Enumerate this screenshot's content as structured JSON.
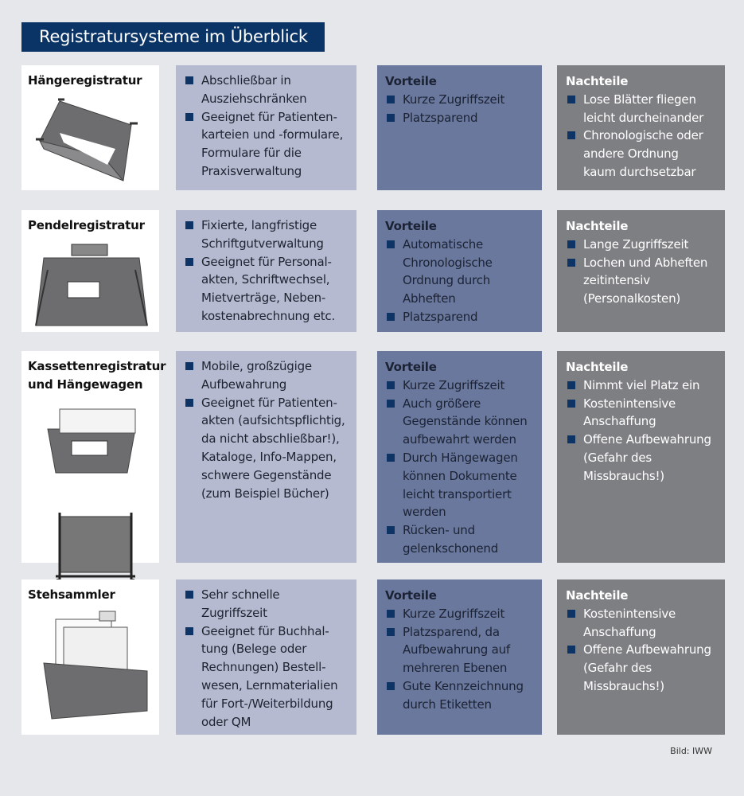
{
  "title": "Registratursysteme im Überblick",
  "labels": {
    "pros": "Vorteile",
    "cons": "Nachteile"
  },
  "rows": [
    {
      "name": "Hängeregistratur",
      "icon": "hanging-folder-image",
      "features": [
        "Abschließbar in\nAusziehschränken",
        "Geeignet für Patienten-\nkarteien und -formulare,\nFormulare für die\nPraxisverwaltung"
      ],
      "pros": [
        "Kurze Zugriffszeit",
        "Platzsparend"
      ],
      "cons": [
        "Lose Blätter fliegen\nleicht durcheinander",
        "Chronologische oder\nandere Ordnung\nkaum durchsetzbar"
      ]
    },
    {
      "name": "Pendelregistratur",
      "icon": "pendulum-folder-image",
      "features": [
        "Fixierte, langfristige\nSchriftgutverwaltung",
        "Geeignet für Personal-\nakten, Schriftwechsel,\nMietverträge, Neben-\nkostenabrechnung etc."
      ],
      "pros": [
        "Automatische\nChronologische\nOrdnung durch\nAbheften",
        "Platzsparend"
      ],
      "cons": [
        "Lange Zugriffszeit",
        "Lochen und Abheften\nzeitintensiv\n(Personalkosten)"
      ]
    },
    {
      "name": "Kassettenregistratur\nund Hängewagen",
      "icon": "cassette-and-trolley-image",
      "features": [
        "Mobile, großzügige\nAufbewahrung",
        "Geeignet für Patienten-\nakten (aufsichtspflichtig,\nda nicht abschließbar!),\nKataloge, Info-Mappen,\nschwere Gegenstände\n(zum Beispiel Bücher)"
      ],
      "pros": [
        "Kurze Zugriffszeit",
        "Auch größere\nGegenstände können\naufbewahrt werden",
        "Durch Hängewagen\nkönnen Dokumente\nleicht transportiert\nwerden",
        "Rücken- und\ngelenkschonend"
      ],
      "cons": [
        "Nimmt viel Platz ein",
        "Kostenintensive\nAnschaffung",
        "Offene Aufbewahrung\n(Gefahr des\n Missbrauchs!)"
      ]
    },
    {
      "name": "Stehsammler",
      "icon": "magazine-file-image",
      "features": [
        "Sehr schnelle\nZugriffszeit",
        "Geeignet für Buchhal-\ntung (Belege oder\nRechnungen) Bestell-\nwesen, Lernmaterialien\nfür Fort-/Weiterbildung\noder QM"
      ],
      "pros": [
        "Kurze Zugriffszeit",
        "Platzsparend, da\nAufbewahrung auf\nmehreren Ebenen",
        "Gute Kennzeichnung\ndurch Etiketten"
      ],
      "cons": [
        "Kostenintensive\nAnschaffung",
        "Offene Aufbewahrung\n(Gefahr des\nMissbrauchs!)"
      ]
    }
  ],
  "credit": "Bild: IWW",
  "colors": {
    "title": "#0b3466",
    "features": "#b5bad0",
    "pros": "#6a789e",
    "cons": "#7e7f82",
    "bullet": "#0e3466"
  }
}
